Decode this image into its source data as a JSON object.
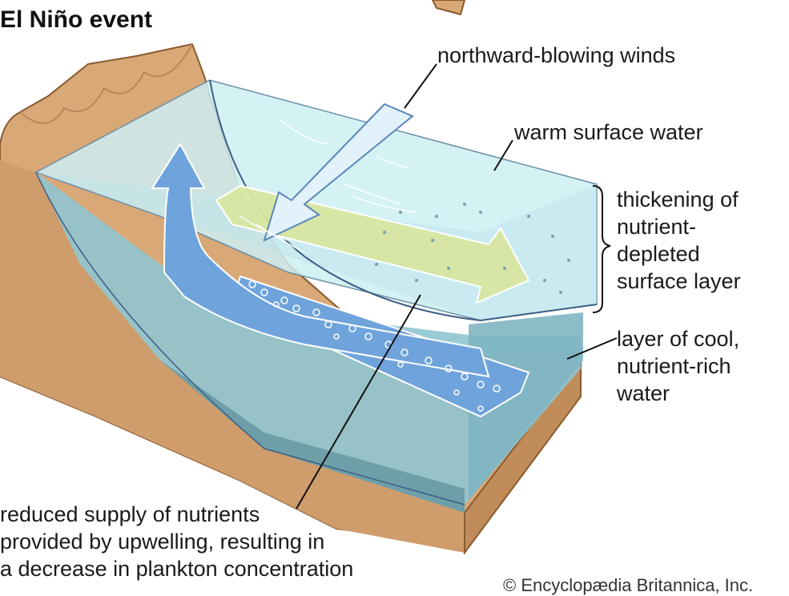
{
  "title": "El Niño event",
  "labels": {
    "winds": "northward-blowing winds",
    "warm": "warm surface water",
    "thickening": "thickening of\nnutrient-\ndepleted\nsurface layer",
    "cool": "layer of cool,\nnutrient-rich\nwater",
    "reduced": "reduced supply of nutrients\nprovided by upwelling, resulting in\na decrease in plankton concentration"
  },
  "credit": "© Encyclopædia Britannica, Inc.",
  "colors": {
    "land": "#d9a877",
    "land_edge": "#8a5a2e",
    "warm_water": "#cdeef2",
    "cool_water": "#8fc4cf",
    "deep_water": "#6e9fa8",
    "upwelling_arrow": "#6fa3dc",
    "current_arrow": "#d8e6a0",
    "wind_arrow": "#e2f2fb"
  }
}
